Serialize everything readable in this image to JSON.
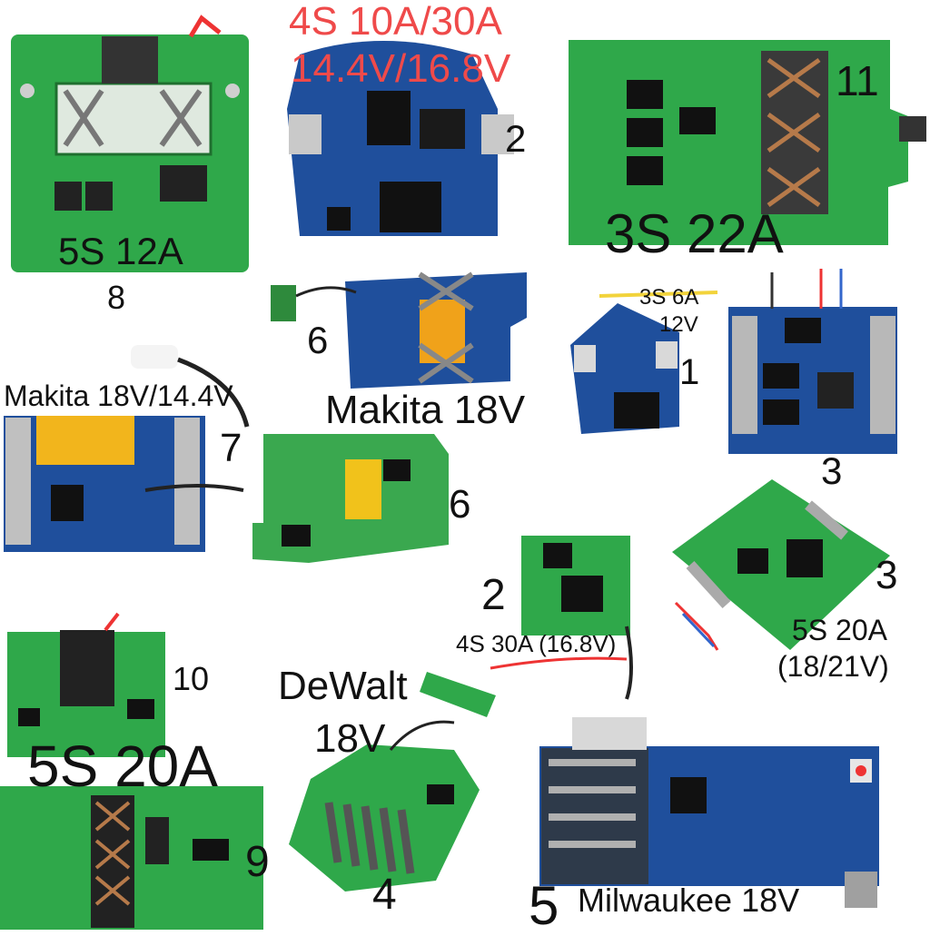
{
  "labels": {
    "b8_title": "5S 12A",
    "b8_num": "8",
    "b2_top_line1": "4S 10A/30A",
    "b2_top_line2": "14.4V/16.8V",
    "b2_top_num": "2",
    "b11_num": "11",
    "b11_title": "3S 22A",
    "b6_top_num": "6",
    "b6_top_title": "Makita 18V",
    "b1_line1": "3S 6A",
    "b1_line2": "12V",
    "b1_num": "1",
    "b3_top_num": "3",
    "b7_title": "Makita 18V/14.4V",
    "b7_num": "7",
    "b6_mid_num": "6",
    "b2_mid_num": "2",
    "b2_mid_title": "4S 30A (16.8V)",
    "b3_mid_num": "3",
    "b3_mid_line1": "5S 20A",
    "b3_mid_line2": "(18/21V)",
    "b10_num": "10",
    "b10_title": "5S 20A",
    "b_dewalt_line1": "DeWalt",
    "b_dewalt_line2": "18V",
    "b9_num": "9",
    "b4_num": "4",
    "b5_num": "5",
    "b5_title": "Milwaukee 18V"
  },
  "colors": {
    "pcb_green": "#2fa84a",
    "pcb_blue": "#1f4f9c",
    "label_red": "#ef4a4a"
  }
}
